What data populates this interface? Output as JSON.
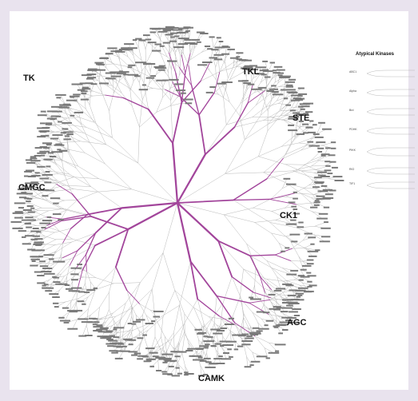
{
  "groups": {
    "tk": "TK",
    "tkl": "TKL",
    "ste": "STE",
    "cmgc": "CMGC",
    "ck1": "CK1",
    "agc": "AGC",
    "camk": "CAMK"
  },
  "atypical": {
    "title": "Atypical Kinases",
    "families": [
      "ABC1",
      "Alpha",
      "Brd",
      "PDHK",
      "PIKK",
      "RIO",
      "TIF1"
    ]
  },
  "colors": {
    "background": "#e9e3ee",
    "panel": "#ffffff",
    "highlight_branch": "#a2459b",
    "branch": "#b9b9b9",
    "label_text": "#111111"
  }
}
